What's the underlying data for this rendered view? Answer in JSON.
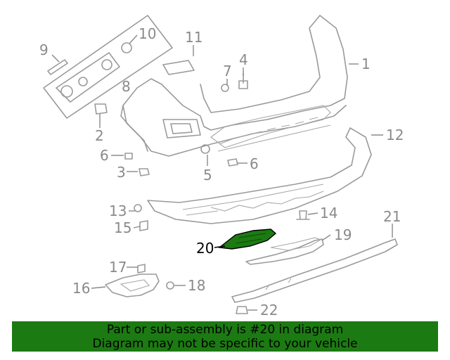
{
  "diagram": {
    "callouts": [
      {
        "id": "1",
        "label": "1"
      },
      {
        "id": "2",
        "label": "2"
      },
      {
        "id": "3",
        "label": "3"
      },
      {
        "id": "4",
        "label": "4"
      },
      {
        "id": "5",
        "label": "5"
      },
      {
        "id": "6a",
        "label": "6"
      },
      {
        "id": "6b",
        "label": "6"
      },
      {
        "id": "7",
        "label": "7"
      },
      {
        "id": "8",
        "label": "8"
      },
      {
        "id": "9",
        "label": "9"
      },
      {
        "id": "10",
        "label": "10"
      },
      {
        "id": "11",
        "label": "11"
      },
      {
        "id": "12",
        "label": "12"
      },
      {
        "id": "13",
        "label": "13"
      },
      {
        "id": "14",
        "label": "14"
      },
      {
        "id": "15",
        "label": "15"
      },
      {
        "id": "16",
        "label": "16"
      },
      {
        "id": "17",
        "label": "17"
      },
      {
        "id": "18",
        "label": "18"
      },
      {
        "id": "19",
        "label": "19"
      },
      {
        "id": "20",
        "label": "20"
      },
      {
        "id": "21",
        "label": "21"
      },
      {
        "id": "22",
        "label": "22"
      }
    ],
    "highlight_color": "#1c7a12"
  },
  "banner": {
    "line1": "Part or sub-assembly is #20 in diagram",
    "line2": "Diagram may not be specific to your vehicle",
    "color": "#1c7a12"
  }
}
